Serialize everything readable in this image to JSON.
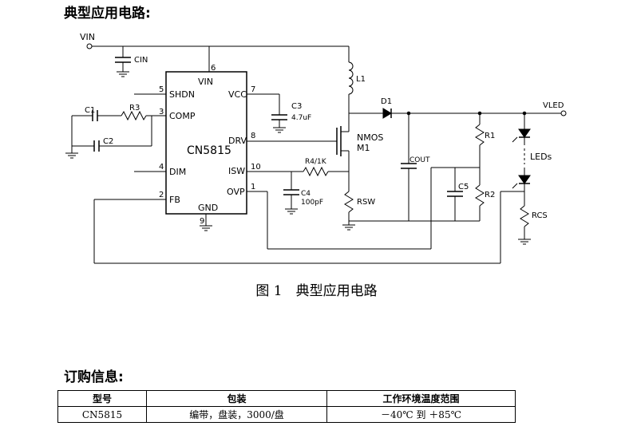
{
  "headings": {
    "circuit": "典型应用电路:",
    "ordering": "订购信息:"
  },
  "figure": {
    "caption": "图 1　典型应用电路"
  },
  "circuit": {
    "vin": "VIN",
    "cin": "CIN",
    "chip": "CN5815",
    "l1": "L1",
    "d1": "D1",
    "vled": "VLED",
    "nmos": "NMOS",
    "m1": "M1",
    "cout": "COUT",
    "r1": "R1",
    "r2": "R2",
    "c5": "C5",
    "leds": "LEDs",
    "rcs": "RCS",
    "rsw": "RSW",
    "c3": "C3",
    "c3v": "4.7uF",
    "r4": "R4/1K",
    "c4": "C4",
    "c4v": "100pF",
    "c1": "C1",
    "c2": "C2",
    "r3": "R3",
    "pins": {
      "p5": "5",
      "p3": "3",
      "p4": "4",
      "p2": "2",
      "p6": "6",
      "p7": "7",
      "p8": "8",
      "p10": "10",
      "p1": "1",
      "p9": "9",
      "shdn": "SHDN",
      "comp": "COMP",
      "dim": "DIM",
      "fb": "FB",
      "vinpin": "VIN",
      "vcc": "VCC",
      "drv": "DRV",
      "isw": "ISW",
      "ovp": "OVP",
      "gnd": "GND"
    }
  },
  "ordering_table": {
    "headers": [
      "型号",
      "包装",
      "工作环境温度范围"
    ],
    "row": [
      "CN5815",
      "编带，盘装，3000/盘",
      "－40℃ 到 ＋85℃"
    ]
  }
}
